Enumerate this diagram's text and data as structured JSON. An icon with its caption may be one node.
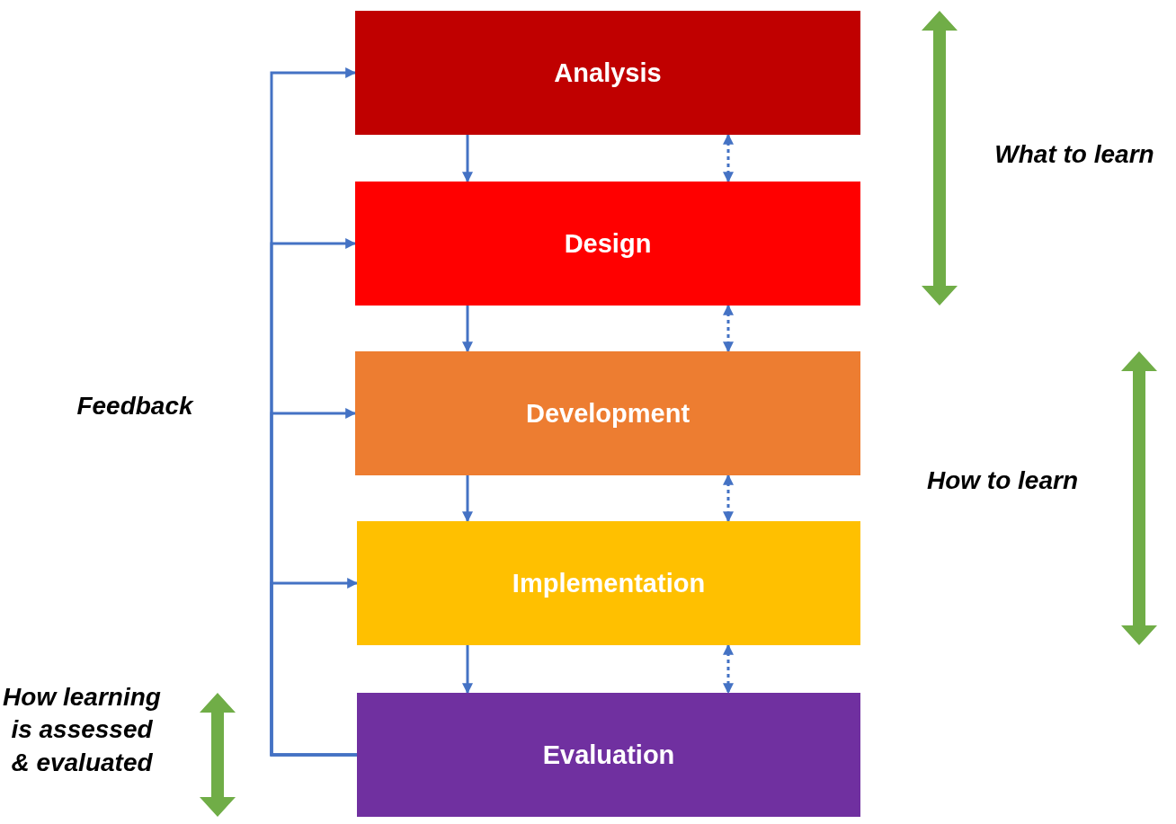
{
  "diagram": {
    "nodes": [
      {
        "text": [
          "Analysis"
        ]
      },
      {
        "text": [
          "Design"
        ]
      },
      {
        "text": [
          "Development"
        ]
      },
      {
        "text": [
          "Implementation"
        ]
      },
      {
        "text": [
          "Evaluation"
        ]
      }
    ],
    "edges": [
      {
        "from": 0,
        "to": 1,
        "arrow": "to"
      },
      {
        "from": 0,
        "to": 1,
        "arrow": "both",
        "style": "dashed"
      },
      {
        "from": 1,
        "to": 2,
        "arrow": "to"
      },
      {
        "from": 1,
        "to": 2,
        "arrow": "both",
        "style": "dashed"
      },
      {
        "from": 2,
        "to": 3,
        "arrow": "to"
      },
      {
        "from": 2,
        "to": 3,
        "arrow": "both",
        "style": "dashed"
      },
      {
        "from": 3,
        "to": 4,
        "arrow": "to"
      },
      {
        "from": 3,
        "to": 4,
        "arrow": "both",
        "style": "dashed"
      },
      {
        "from": 4,
        "to": 0,
        "arrow": "to"
      },
      {
        "from": 4,
        "to": 1,
        "arrow": "to"
      },
      {
        "from": 4,
        "to": 2,
        "arrow": "to"
      },
      {
        "from": 4,
        "to": 3,
        "arrow": "to"
      }
    ],
    "labels": [
      "What to learn",
      "Feedback",
      "How to learn",
      "How learning is assessed & evaluated"
    ]
  }
}
